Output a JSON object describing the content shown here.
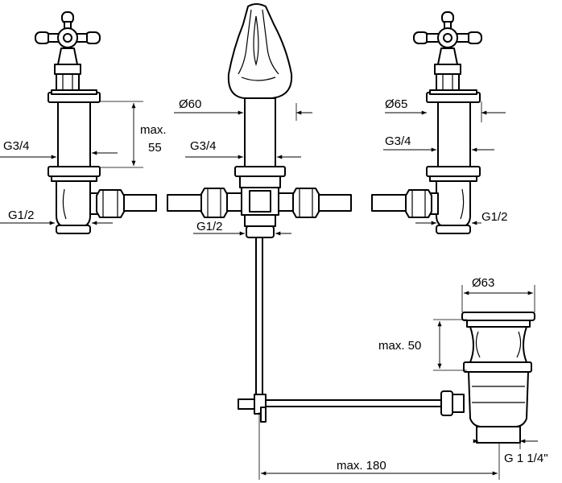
{
  "labels": {
    "left_dia": "",
    "center_dia": "Ø60",
    "right_dia": "Ø65",
    "left_thread_upper": "G3/4",
    "center_thread_upper": "G3/4",
    "right_thread_upper": "G3/4",
    "left_thread_lower": "G1/2",
    "center_thread_lower": "G1/2",
    "right_thread_lower": "G1/2",
    "left_height_line1": "max.",
    "left_height_line2": "55",
    "waste_dia": "Ø63",
    "waste_height": "max. 50",
    "waste_thread": "G 1 1/4\"",
    "rod_length": "max. 180"
  }
}
